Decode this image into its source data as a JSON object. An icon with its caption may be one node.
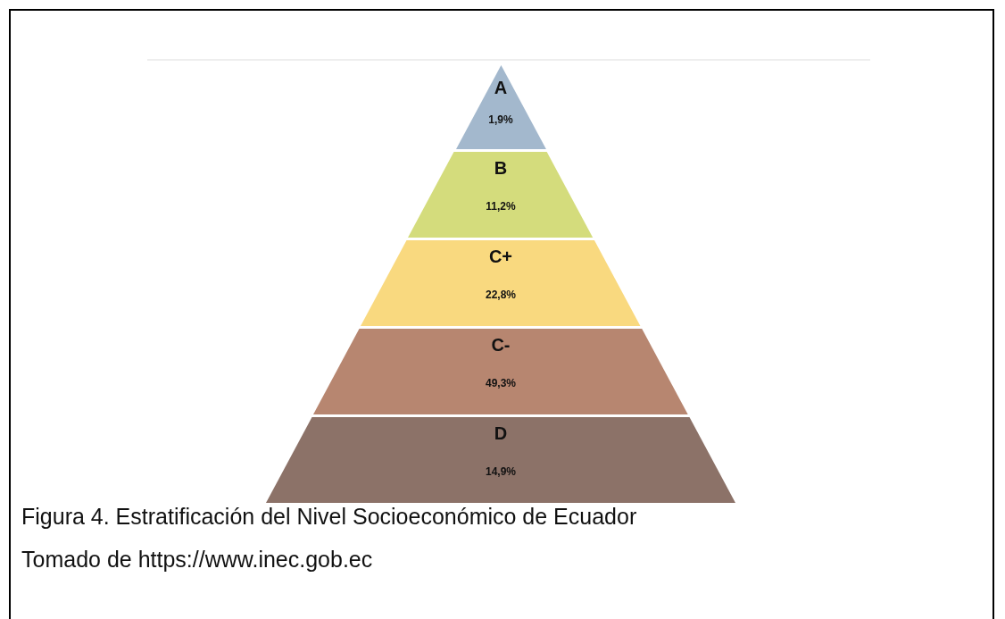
{
  "diagram": {
    "caption": "Figura 4. Estratificación del Nivel Socioeconómico de Ecuador",
    "nodes": [
      {
        "text": [
          "A",
          "1,9%"
        ]
      },
      {
        "text": [
          "B",
          "11,2%"
        ]
      },
      {
        "text": [
          "C+",
          "22,8%"
        ]
      },
      {
        "text": [
          "C-",
          "49,3%"
        ]
      },
      {
        "text": [
          "D",
          "14,9%"
        ]
      }
    ],
    "labels": [
      "Tomado de https://www.inec.gob.ec"
    ]
  }
}
